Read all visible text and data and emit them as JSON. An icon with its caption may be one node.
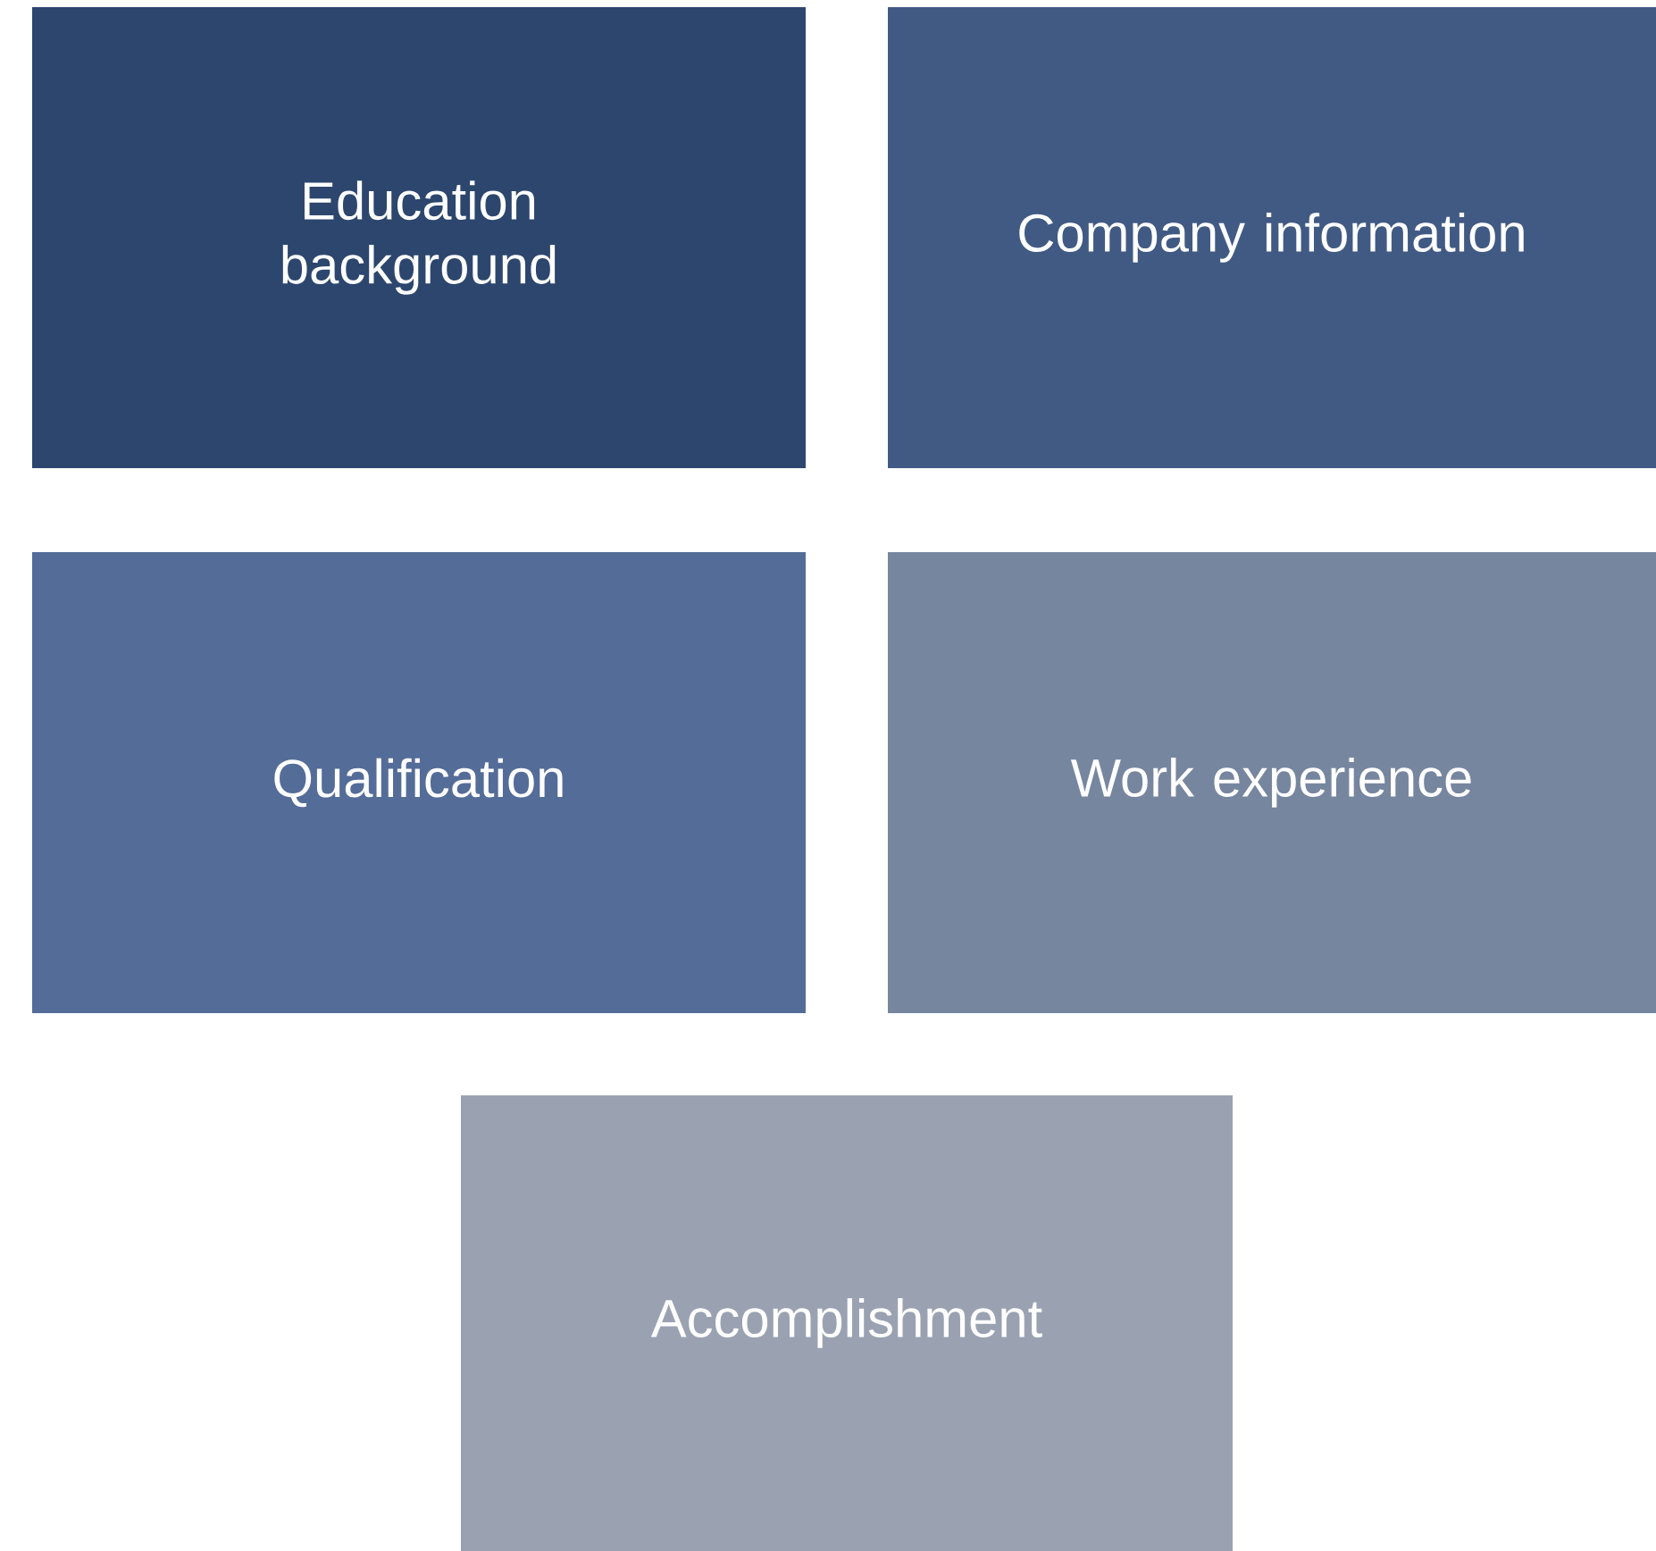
{
  "diagram": {
    "nodes": [
      {
        "text": [
          "Education background"
        ]
      },
      {
        "text": [
          "Company information"
        ]
      },
      {
        "text": [
          "Qualification"
        ]
      },
      {
        "text": [
          "Work experience"
        ]
      },
      {
        "text": [
          "Accomplishment"
        ]
      }
    ]
  }
}
